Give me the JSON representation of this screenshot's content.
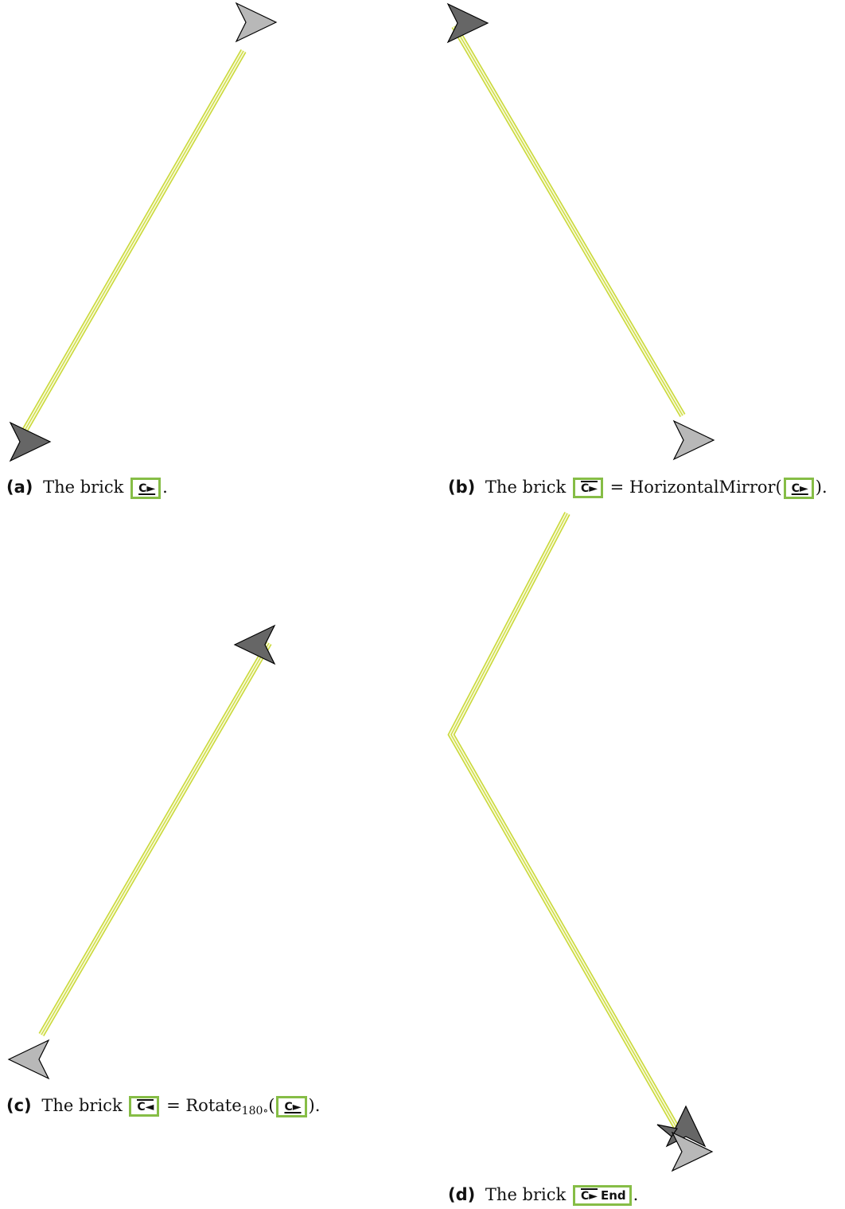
{
  "figures": [
    {
      "label": "(a)",
      "text_before": "The brick",
      "brick": "C►",
      "text_after": "."
    },
    {
      "label": "(b)",
      "text_before": "The brick",
      "brick": "C►",
      "equals": "= HorizontalMirror(",
      "inner_brick": "C►",
      "text_after": ")."
    },
    {
      "label": "(c)",
      "text_before": "The brick",
      "brick": "C◄",
      "equals": "= Rotate",
      "subscript": "180∘",
      "paren_open": "(",
      "inner_brick": "C►",
      "text_after": ")."
    },
    {
      "label": "(d)",
      "text_before": "The brick",
      "brick": "C►",
      "brick_suffix": "End",
      "text_after": "."
    }
  ],
  "colors": {
    "track": "#c9d836",
    "track_fill": "#f6f9d2",
    "arrow_dark": "#666666",
    "arrow_light": "#b8b8b8",
    "brick_border": "#86bd46"
  }
}
